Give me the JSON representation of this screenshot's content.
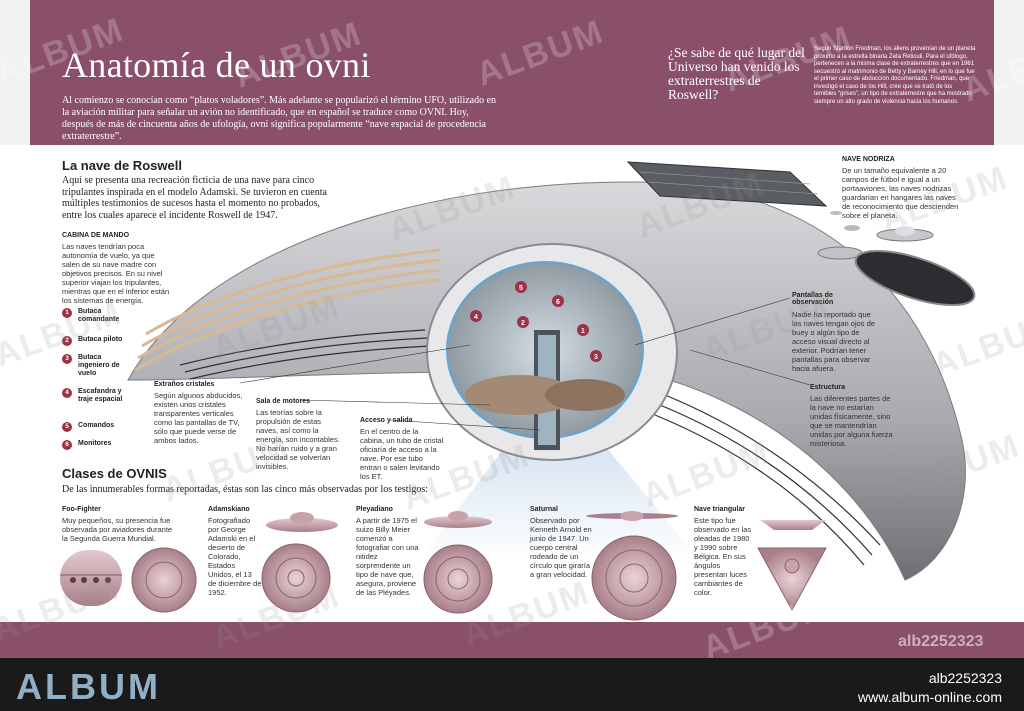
{
  "header": {
    "title": "Anatomía de un ovni",
    "intro": "Al comienzo se conocían como “platos voladores”. Más adelante se popularizó el término UFO, utilizado en la aviación militar para señalar un avión no identificado, que en español se traduce como OVNI. Hoy, después de más de cincuenta años de ufología, ovni significa popularmente “nave espacial de procedencia extraterrestre”.",
    "question": "¿Se sabe de qué lugar del Universo han venido los extraterrestres de Roswell?",
    "friedman": "Según Stanton Friedman, los aliens provenían de un planeta próximo a la estrella binaria Zeta Reticuli. Para el ufólogo, pertenecen a la misma clase de extraterrestres que en 1961 secuestró al matrimonio de Betty y Barney Hill, en lo que fue el primer caso de abducción documentado. Friedman, que investigó el caso de los Hill, cree que se trató de los temibles “grises”, un tipo de extraterrestre que ha mostrado siempre un alto grado de violencia hacia los humanos."
  },
  "roswell": {
    "heading": "La nave de Roswell",
    "lead": "Aquí se presenta una recreación ficticia de una nave para cinco tripulantes inspirada en el modelo Adamski. Se tuvieron en cuenta múltiples testimonios de sucesos hasta el momento no probados, entre los cuales aparece el incidente Roswell de 1947.",
    "cabina_h": "Cabina de mando",
    "cabina": "Las naves tendrían poca autonomía de vuelo, ya que salen de su nave madre con objetivos precisos. En su nivel superior viajan los tripulantes, mientras que en el inferior están los sistemas de energía."
  },
  "legend": [
    {
      "num": "1",
      "label": "Butaca comandante"
    },
    {
      "num": "2",
      "label": "Butaca piloto"
    },
    {
      "num": "3",
      "label": "Butaca ingeniero de vuelo"
    },
    {
      "num": "4",
      "label": "Escafandra y traje espacial"
    },
    {
      "num": "5",
      "label": "Comandos"
    },
    {
      "num": "6",
      "label": "Monitores"
    }
  ],
  "callouts": {
    "cristales_h": "Extraños cristales",
    "cristales": "Según algunos abducidos, existen unos cristales transparentes verticales como las pantallas de TV, sólo que puede verse de ambos lados.",
    "motores_h": "Sala de motores",
    "motores": "Las teorías sobre la propulsión de estas naves, así como la energía, son incontables. No harían ruido y a gran velocidad se volverían invisibles.",
    "acceso_h": "Acceso y salida",
    "acceso": "En el centro de la cabina, un tubo de cristal oficiaría de acceso a la nave. Por ese tubo entran o salen levitando los ET.",
    "nodriza_h": "NAVE NODRIZA",
    "nodriza": "De un tamaño equivalente a 20 campos de fútbol e igual a un portaaviones, las naves nodrizas guardarían en hangares las naves de reconocimiento que descienden sobre el planeta.",
    "pantallas_h": "Pantallas de observación",
    "pantallas": "Nadie ha reportado que las naves tengan ojos de buey o algún tipo de acceso visual directo al exterior. Podrían tener pantallas para observar hacia afuera.",
    "estructura_h": "Estructura",
    "estructura": "Las diferentes partes de la nave no estarían unidas físicamente, sino que se mantendrían unidas por alguna fuerza misteriosa."
  },
  "clases": {
    "heading": "Clases de OVNIS",
    "lead": "De las innumerables formas reportadas, éstas son las cinco más observadas por los testigos:",
    "items": [
      {
        "name": "Foo-Fighter",
        "desc": "Muy pequeños, su presencia fue observada por aviadores durante la Segunda Guerra Mundial."
      },
      {
        "name": "Adamskiano",
        "desc": "Fotografiado por George Adamski en el desierto de Colorado, Estados Unidos, el 13 de diciembre de 1952."
      },
      {
        "name": "Pleyadiano",
        "desc": "A partir de 1975 el suizo Billy Meier comenzó a fotografiar con una nitidez sorprendente un tipo de nave que, asegura, proviene de las Pléyades."
      },
      {
        "name": "Saturnal",
        "desc": "Observado por Kenneth Arnold en junio de 1947. Un cuerpo central rodeado de un círculo que giraría a gran velocidad."
      },
      {
        "name": "Nave triangular",
        "desc": "Este tipo fue observado en las oleadas de 1980 y 1990 sobre Bélgica. En sus ángulos presentan luces cambiantes de color."
      }
    ]
  },
  "footer": {
    "logo": "ALBUM",
    "id": "alb2252323",
    "url": "www.album-online.com",
    "stamp": "alb2252323",
    "watermark": "ALBUM"
  },
  "colors": {
    "accent": "#8a5068",
    "legend": "#9a3446",
    "ufo_pink": "#b48a92"
  }
}
